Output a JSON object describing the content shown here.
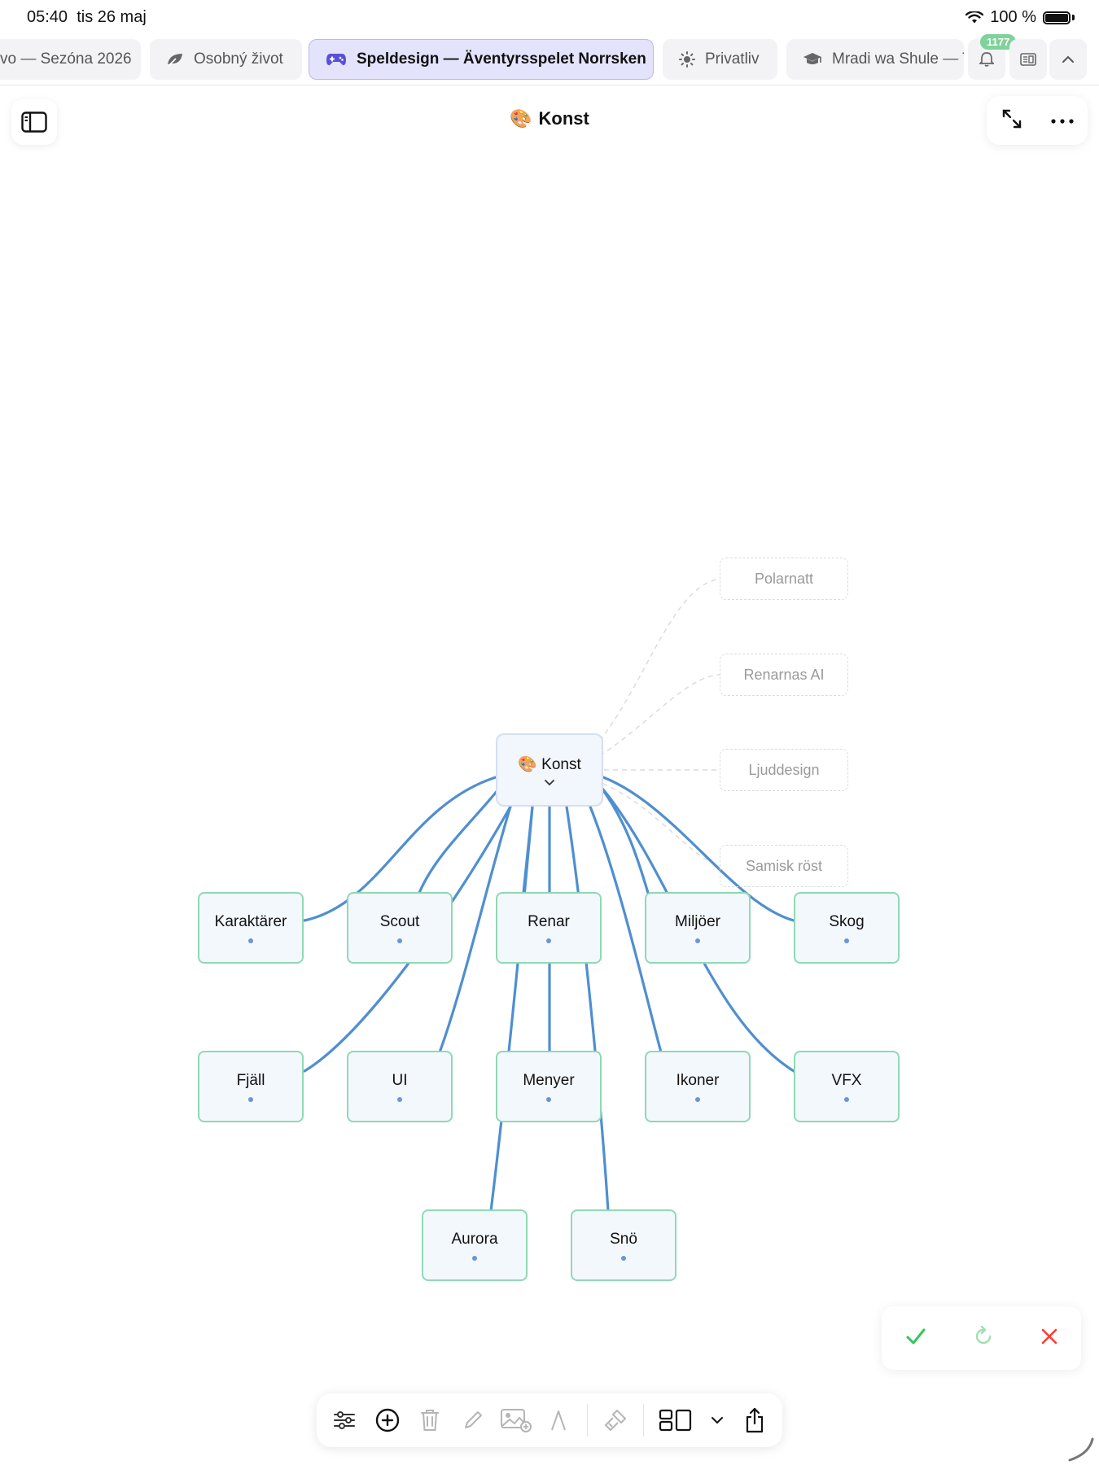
{
  "status": {
    "time": "05:40",
    "date": "tis 26 maj",
    "battery": "100 %"
  },
  "tabs": [
    {
      "label": "vo — Sezóna 2026",
      "icon": "none",
      "active": false
    },
    {
      "label": "Osobný život",
      "icon": "leaf-icon",
      "active": false
    },
    {
      "label": "Speldesign — Äventyrsspelet Norrsken",
      "icon": "gamepad-icon",
      "active": true
    },
    {
      "label": "Privatliv",
      "icon": "sun-icon",
      "active": false
    },
    {
      "label": "Mradi wa Shule — T",
      "icon": "graduation-cap-icon",
      "active": false
    }
  ],
  "notifications": {
    "count": "1177"
  },
  "header": {
    "title": "Konst",
    "emoji": "🎨"
  },
  "map": {
    "root": {
      "label": "Konst",
      "emoji": "🎨"
    },
    "nodes": [
      "Karaktärer",
      "Scout",
      "Renar",
      "Miljöer",
      "Skog",
      "Fjäll",
      "UI",
      "Menyer",
      "Ikoner",
      "VFX",
      "Aurora",
      "Snö"
    ],
    "suggestions": [
      "Polarnatt",
      "Renarnas AI",
      "Ljuddesign",
      "Samisk röst"
    ]
  },
  "colors": {
    "edge": "#4f8fd0",
    "node_border": "#8fd9b3",
    "node_fill": "#f3f8fd",
    "accent": "#5a50d8",
    "confirm": "#34c759",
    "reject": "#ff3b30"
  }
}
